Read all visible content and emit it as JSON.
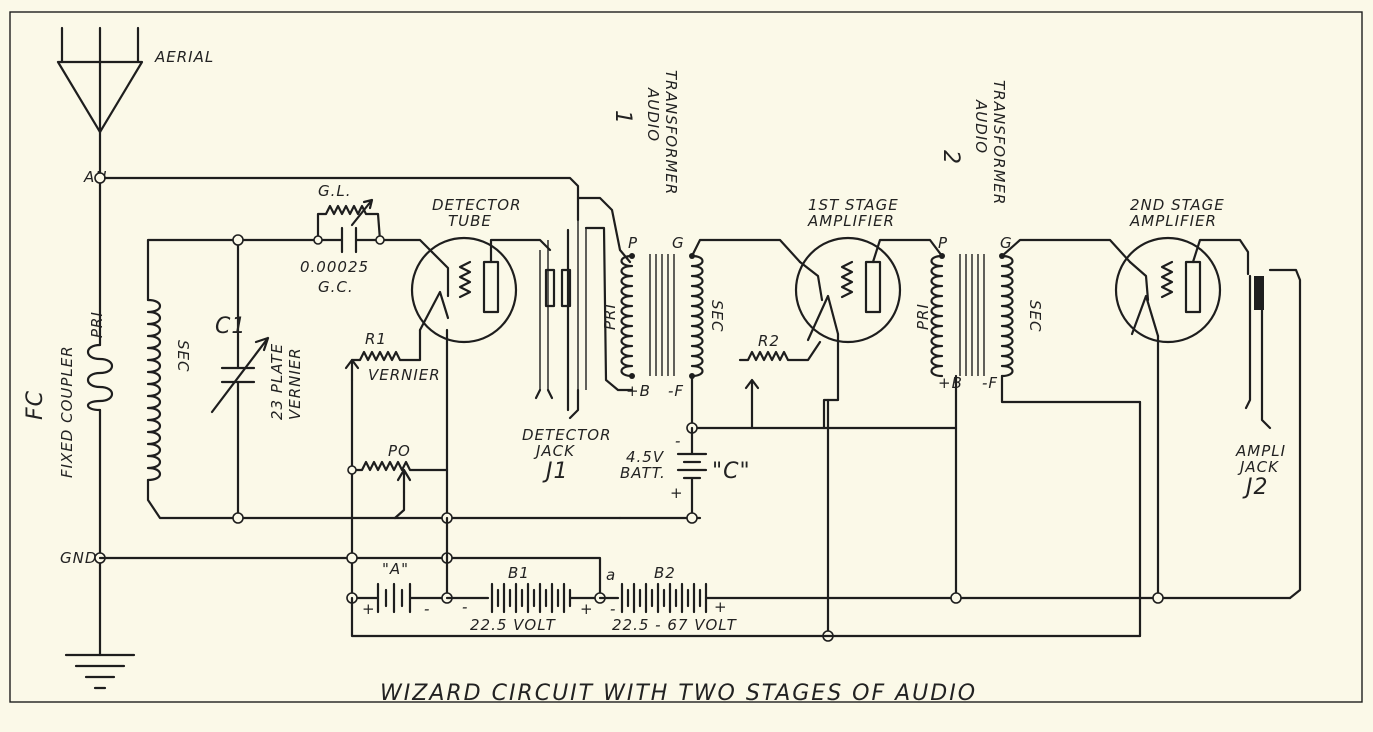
{
  "title": "WIZARD CIRCUIT WITH TWO STAGES OF AUDIO",
  "labels": {
    "aerial": "AERIAL",
    "an": "AN",
    "gnd": "GND",
    "fc": "FC",
    "fixed_coupler": "FIXED COUPLER",
    "pri": "PRI",
    "sec": "SEC",
    "c1": "C1",
    "c1_desc_1": "23 PLATE",
    "c1_desc_2": "VERNIER",
    "gl": "G.L.",
    "gc_value": "0.00025",
    "gc": "G.C.",
    "detector_tube_1": "DETECTOR",
    "detector_tube_2": "TUBE",
    "r1": "R1",
    "vernier": "VERNIER",
    "po": "PO",
    "detector_jack_1": "DETECTOR",
    "detector_jack_2": "JACK",
    "j1": "J1",
    "audio1_num": "1",
    "audio1_1": "AUDIO",
    "audio1_2": "TRANSFORMER",
    "audio2_num": "2",
    "audio2_1": "AUDIO",
    "audio2_2": "TRANSFORMER",
    "p1": "P",
    "g1": "G",
    "p2": "P",
    "g2": "G",
    "pri1": "PRI",
    "sec1": "SEC",
    "pri2": "PRI",
    "sec2": "SEC",
    "plus_b_1": "+B",
    "minus_f_1": "-F",
    "plus_b_2": "+B",
    "minus_f_2": "-F",
    "r2": "R2",
    "stage1_1": "1ST STAGE",
    "stage1_2": "AMPLIFIER",
    "stage2_1": "2ND STAGE",
    "stage2_2": "AMPLIFIER",
    "c_batt_v": "4.5V",
    "c_batt_b": "BATT.",
    "c_batt_c": "\"C\"",
    "c_minus": "-",
    "c_plus": "+",
    "ampli_1": "AMPLI",
    "ampli_2": "JACK",
    "j2": "J2",
    "a_batt": "\"A\"",
    "a_plus": "+",
    "a_minus": "-",
    "b1": "B1",
    "b1_minus": "-",
    "b1_plus": "+",
    "b1_volt": "22.5 VOLT",
    "b2": "B2",
    "b2_a": "a",
    "b2_minus": "-",
    "b2_plus": "+",
    "b2_volt": "22.5 - 67 VOLT"
  },
  "colors": {
    "paper": "#fbf9e8",
    "ink": "#1e1e1e"
  }
}
